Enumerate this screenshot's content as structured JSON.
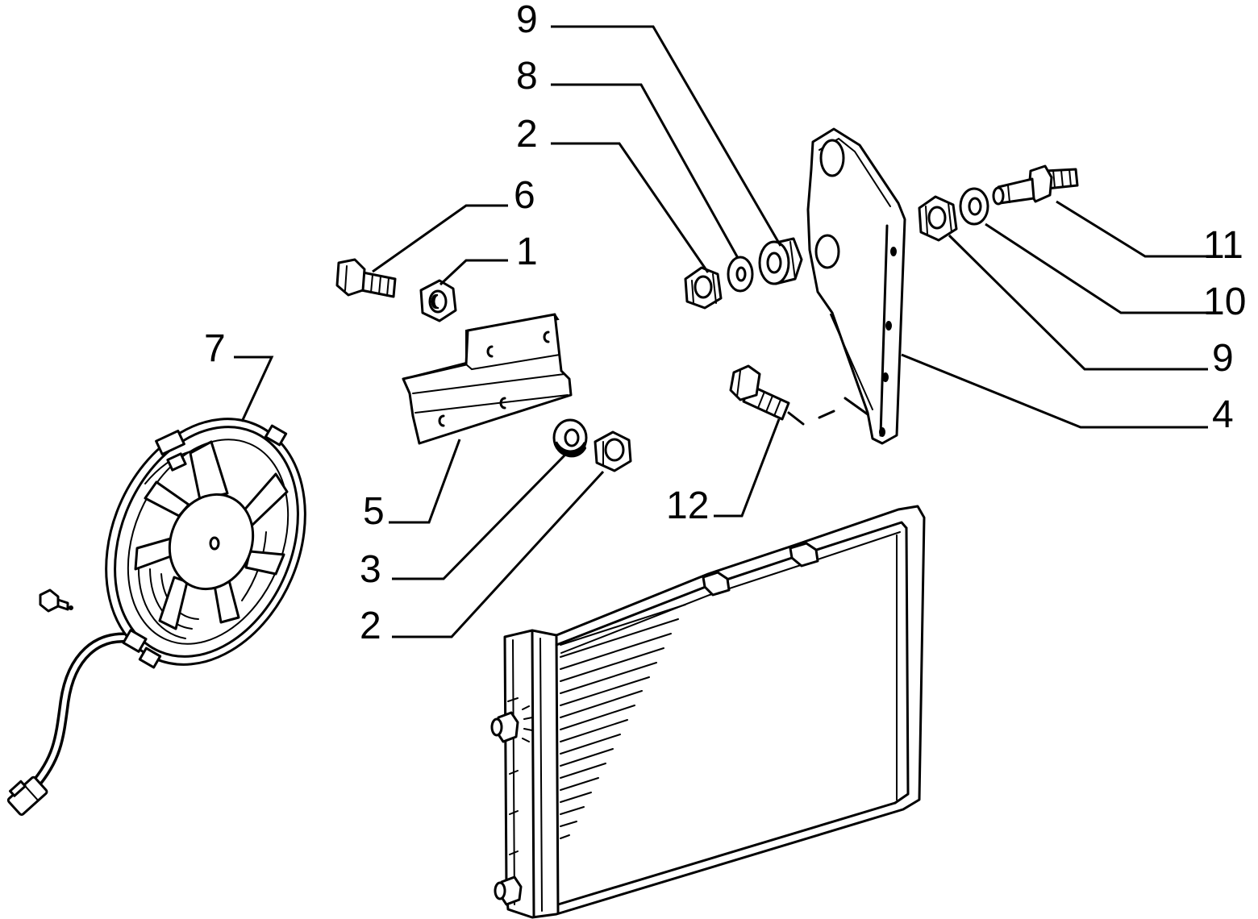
{
  "diagram": {
    "callouts": [
      {
        "label": "9"
      },
      {
        "label": "8"
      },
      {
        "label": "2"
      },
      {
        "label": "6"
      },
      {
        "label": "1"
      },
      {
        "label": "7"
      },
      {
        "label": "5"
      },
      {
        "label": "3"
      },
      {
        "label": "2"
      },
      {
        "label": "12"
      },
      {
        "label": "11"
      },
      {
        "label": "10"
      },
      {
        "label": "9"
      },
      {
        "label": "4"
      }
    ]
  },
  "colors": {
    "line": "#000000",
    "background": "#ffffff"
  }
}
